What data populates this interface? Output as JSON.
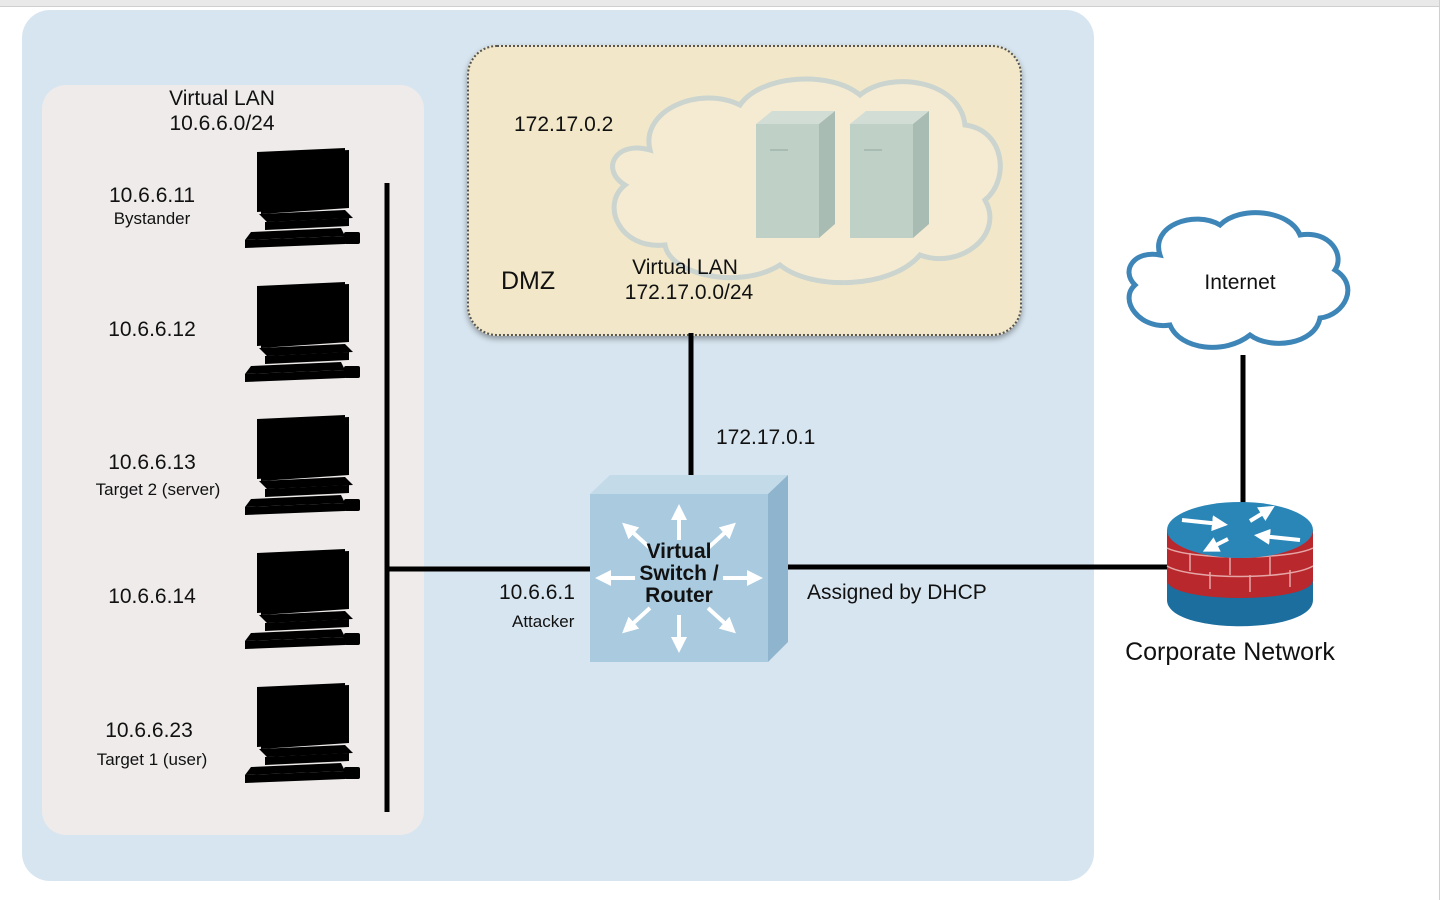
{
  "virtual_lan": {
    "title": "Virtual LAN",
    "subnet": "10.6.6.0/24"
  },
  "hosts": [
    {
      "ip": "10.6.6.11",
      "role": "Bystander",
      "active": true
    },
    {
      "ip": "10.6.6.12",
      "role": "",
      "active": false
    },
    {
      "ip": "10.6.6.13",
      "role": "Target 2 (server)",
      "active": true
    },
    {
      "ip": "10.6.6.14",
      "role": "",
      "active": false
    },
    {
      "ip": "10.6.6.23",
      "role": "Target 1 (user)",
      "active": true
    }
  ],
  "dmz": {
    "label": "DMZ",
    "server_ip": "172.17.0.2",
    "vlan_title": "Virtual LAN",
    "vlan_subnet": "172.17.0.0/24"
  },
  "switch": {
    "label_line1": "Virtual",
    "label_line2": "Switch /",
    "label_line3": "Router",
    "dmz_side_ip": "172.17.0.1",
    "lan_side_ip": "10.6.6.1",
    "lan_side_role": "Attacker",
    "wan_side": "Assigned by DHCP"
  },
  "internet": {
    "label": "Internet"
  },
  "corporate": {
    "label": "Corporate Network"
  },
  "colors": {
    "outer_bg": "#d7e5f0",
    "lan_bg": "#eeebea",
    "dmz_bg": "#f2e8c9",
    "pc_active": "#1d6fa0",
    "pc_inactive": "#c6d6e2",
    "switch": "#a9cadf",
    "firewall_red": "#b8282d"
  }
}
